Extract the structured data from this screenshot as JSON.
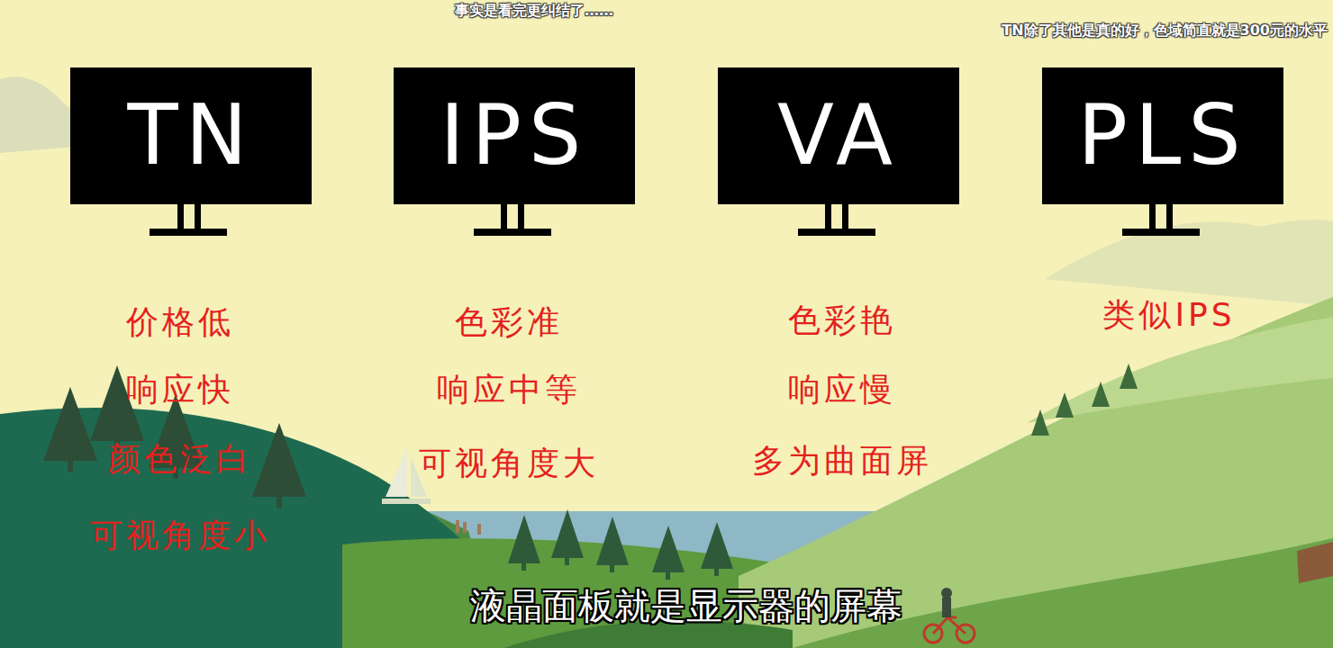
{
  "diagram": {
    "caption": "液晶面板就是显示器的屏幕",
    "nodes": [
      {
        "text": [
          "TN",
          "价格低",
          "响应快",
          "颜色泛白",
          "可视角度小"
        ]
      },
      {
        "text": [
          "IPS",
          "色彩准",
          "响应中等",
          "可视角度大"
        ]
      },
      {
        "text": [
          "VA",
          "色彩艳",
          "响应慢",
          "多为曲面屏"
        ]
      },
      {
        "text": [
          "PLS",
          "类似IPS"
        ]
      }
    ],
    "labels": [
      "事实是看完更纠结了……",
      "TN除了其他是真的好，色域简直就是300元的水平"
    ]
  }
}
